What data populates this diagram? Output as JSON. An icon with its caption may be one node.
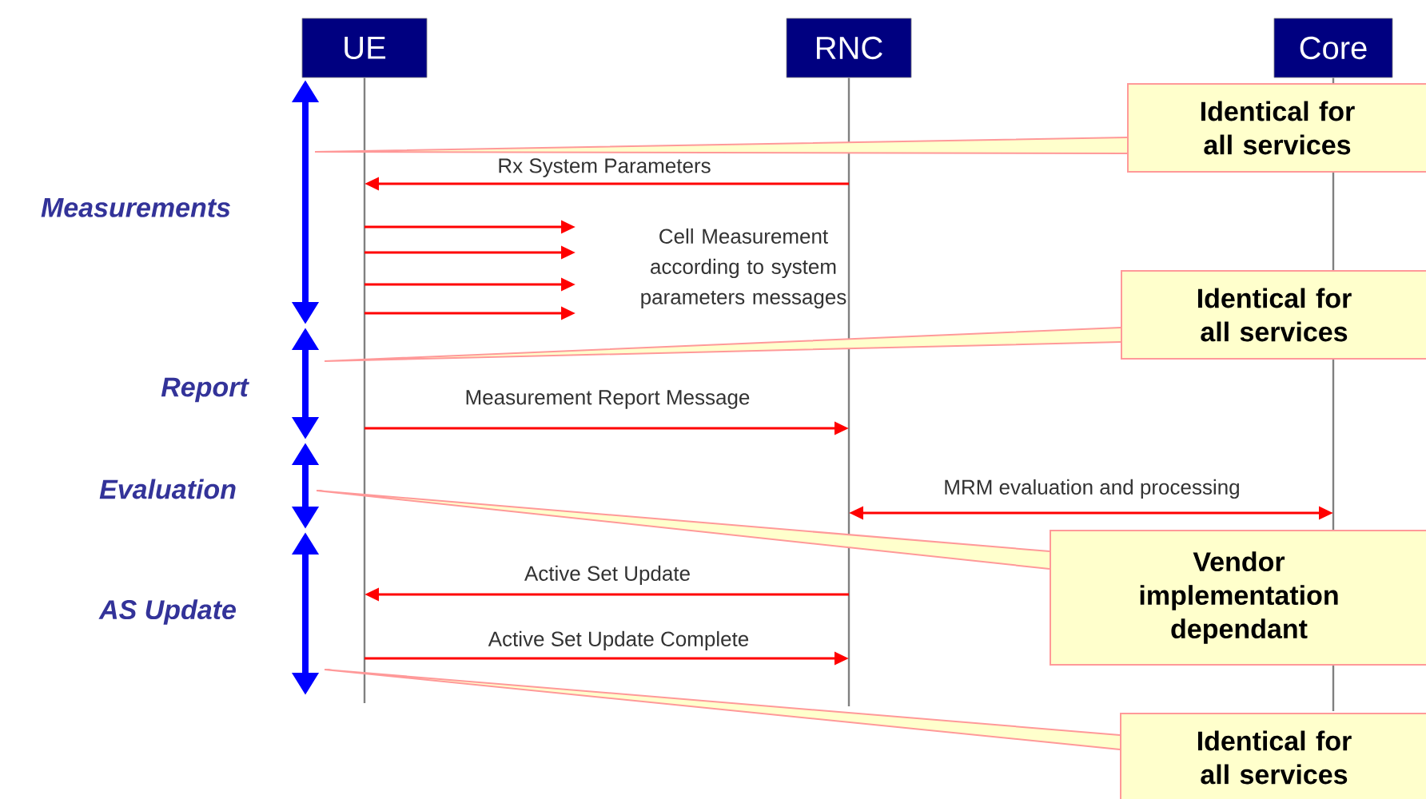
{
  "diagram": {
    "nodes": [
      {
        "text": [
          "UE"
        ]
      },
      {
        "text": [
          "RNC"
        ]
      },
      {
        "text": [
          "Core"
        ]
      },
      {
        "text": [
          "Identical for all services"
        ]
      },
      {
        "text": [
          "Identical for all services"
        ]
      },
      {
        "text": [
          "Vendor implementation dependant"
        ]
      },
      {
        "text": [
          "Identical for all services"
        ]
      }
    ],
    "edges": [
      {
        "from": 1,
        "to": 0,
        "arrow": "to",
        "label": "Rx System Parameters"
      },
      {
        "from": 0,
        "to": null,
        "arrow": "to"
      },
      {
        "from": 0,
        "to": null,
        "arrow": "to"
      },
      {
        "from": 0,
        "to": null,
        "arrow": "to"
      },
      {
        "from": 0,
        "to": null,
        "arrow": "to"
      },
      {
        "from": 0,
        "to": 1,
        "arrow": "to",
        "label": "Measurement Report Message"
      },
      {
        "from": 1,
        "to": 2,
        "arrow": "both",
        "label": "MRM evaluation and processing"
      },
      {
        "from": 1,
        "to": 0,
        "arrow": "to",
        "label": "Active Set Update"
      },
      {
        "from": 0,
        "to": 1,
        "arrow": "to",
        "label": "Active Set Update Complete"
      },
      {
        "from": 3,
        "to": null,
        "arrow": "none",
        "color": "#ff9999"
      },
      {
        "from": 4,
        "to": null,
        "arrow": "none",
        "color": "#ff9999"
      },
      {
        "from": 5,
        "to": null,
        "arrow": "none",
        "color": "#ff9999"
      },
      {
        "from": 6,
        "to": null,
        "arrow": "none",
        "color": "#ff9999"
      }
    ],
    "labels": [
      "Measurements",
      "Cell Measurement according to system parameters messages",
      "Report",
      "Evaluation",
      "AS Update"
    ]
  }
}
